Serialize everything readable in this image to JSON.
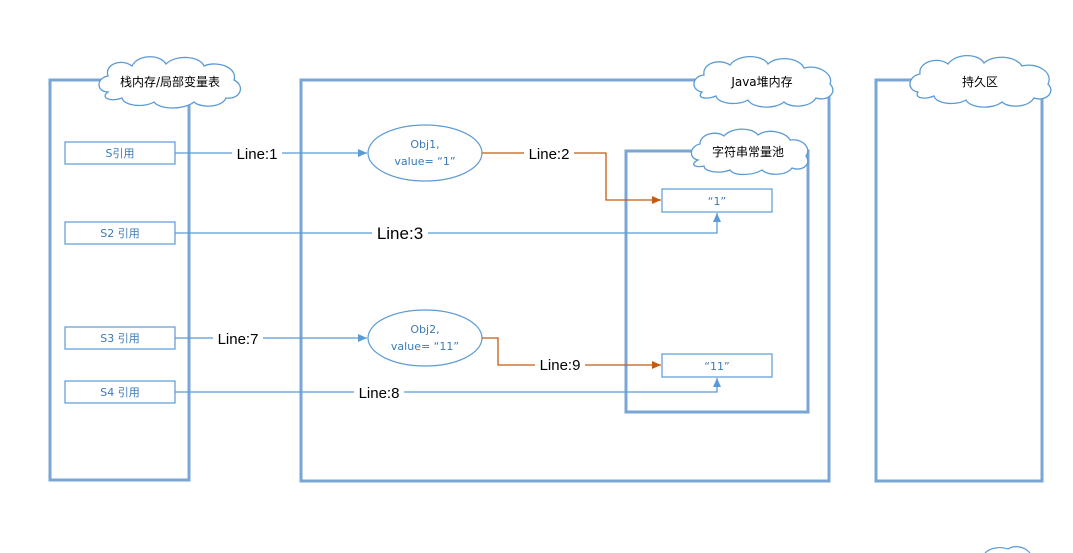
{
  "regions": {
    "stack": {
      "label": "栈内存/局部变量表"
    },
    "heap": {
      "label": "Java堆内存"
    },
    "string_pool": {
      "label": "字符串常量池"
    },
    "permanent": {
      "label": "持久区"
    }
  },
  "references": {
    "s": "S引用",
    "s2": "S2 引用",
    "s3": "S3 引用",
    "s4": "S4 引用"
  },
  "objects": {
    "obj1": {
      "name": "Obj1,",
      "value": "value= “1”"
    },
    "obj2": {
      "name": "Obj2,",
      "value": "value= “11”"
    }
  },
  "pool_entries": {
    "one": "“1”",
    "eleven": "“11”"
  },
  "lines": {
    "l1": "Line:1",
    "l2": "Line:2",
    "l3": "Line:3",
    "l7": "Line:7",
    "l8": "Line:8",
    "l9": "Line:9"
  },
  "colors": {
    "border": "#5b9bd5",
    "blue_line": "#5b9bd5",
    "orange_line": "#c55a11"
  }
}
